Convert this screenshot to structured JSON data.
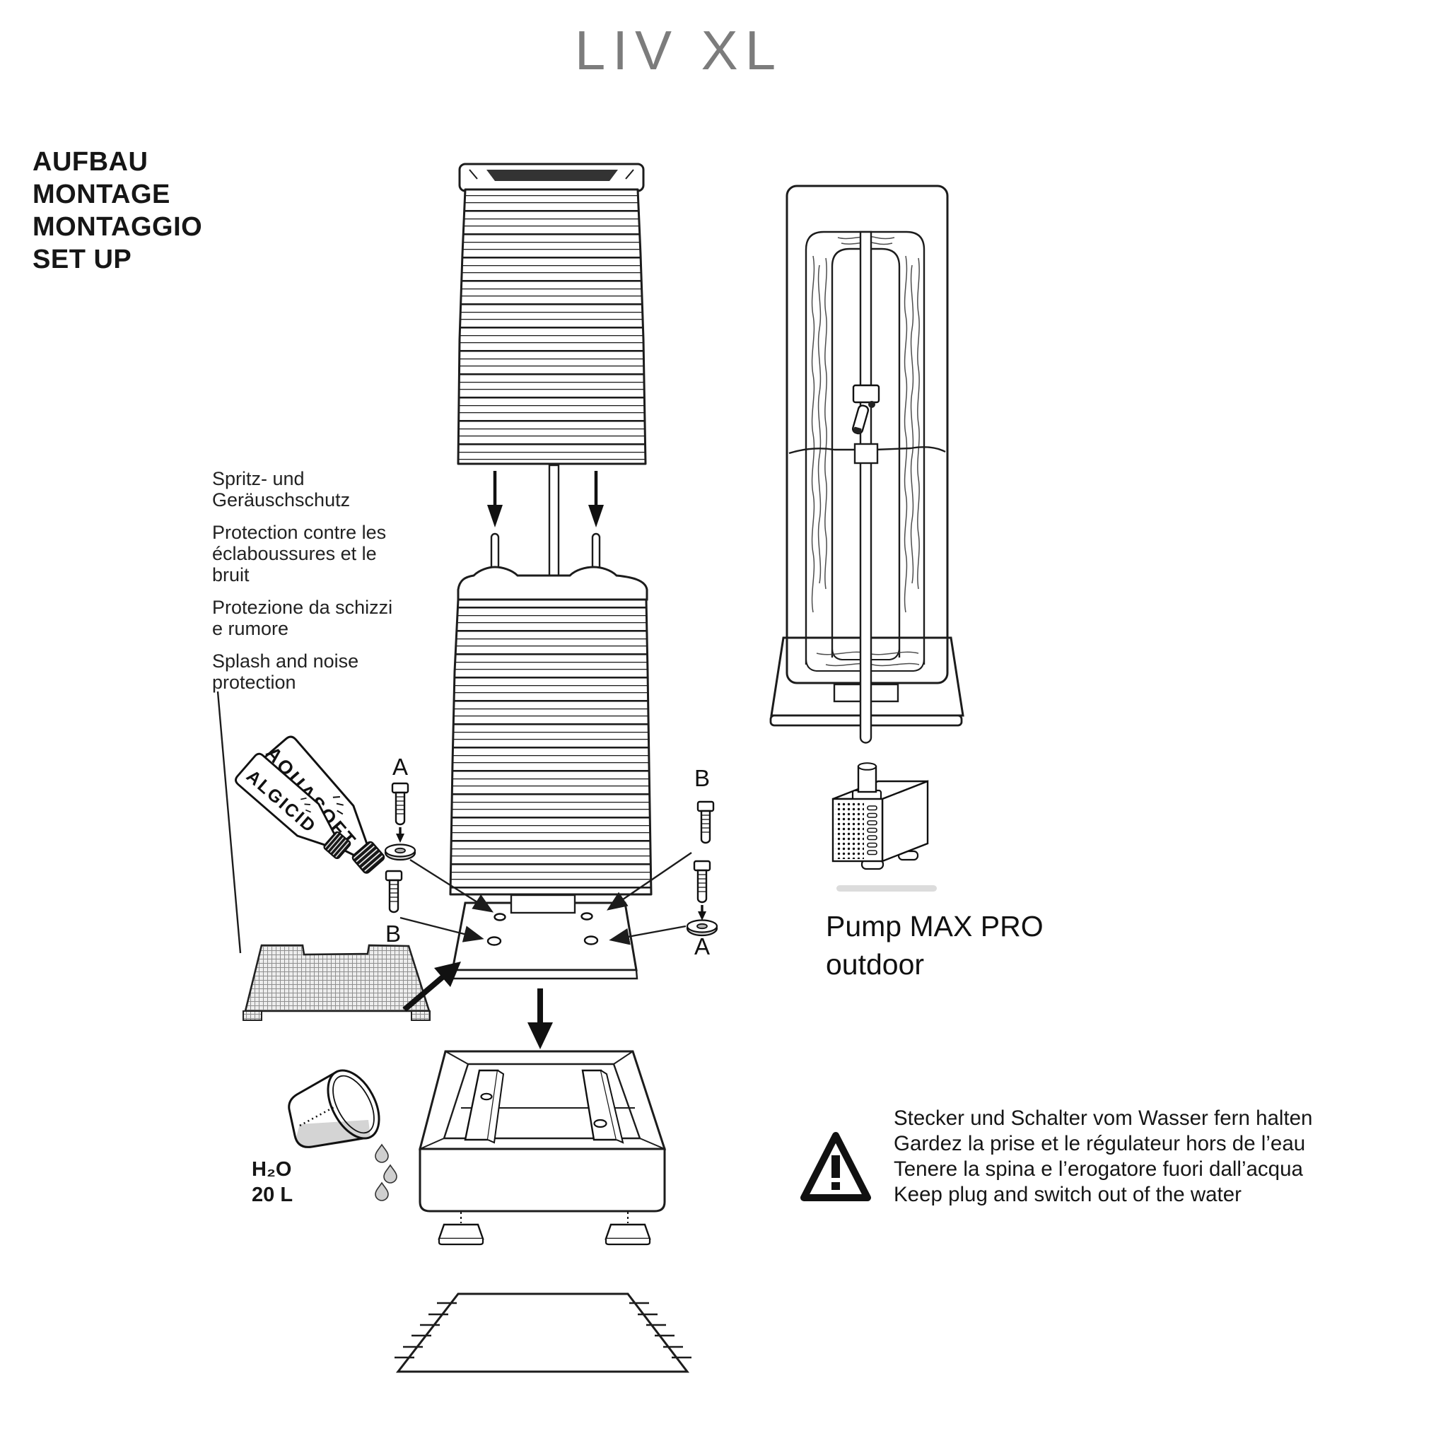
{
  "title": "LIV XL",
  "heading": {
    "line1": "AUFBAU",
    "line2": "MONTAGE",
    "line3": "MONTAGGIO",
    "line4": "SET UP"
  },
  "splash_note": {
    "de": "Spritz- und Geräuschschutz",
    "fr": "Protection contre les éclaboussures et le bruit",
    "it": "Protezione da schizzi e rumore",
    "en": "Splash and noise protection"
  },
  "bottles": {
    "aquasoft": "AQUASOFT",
    "algicid": "ALGICID"
  },
  "fastener_labels": {
    "a_left": "A",
    "b_left": "B",
    "b_right": "B",
    "a_right": "A"
  },
  "pump_label": {
    "line1": "Pump MAX PRO",
    "line2": "outdoor"
  },
  "water_label": {
    "formula": "H₂O",
    "volume": "20 L"
  },
  "warning": {
    "de": "Stecker und Schalter vom Wasser fern halten",
    "fr": "Gardez la prise et le régulateur hors de l’eau",
    "it": "Tenere la spina e l’erogatore fuori dall’acqua",
    "en": "Keep plug and switch out of the water"
  },
  "colors": {
    "line": "#1c1c1c",
    "title_gray": "#7c7c7c",
    "water_gray": "#d4d4d4",
    "shadow_gray": "#dcdcdc"
  }
}
